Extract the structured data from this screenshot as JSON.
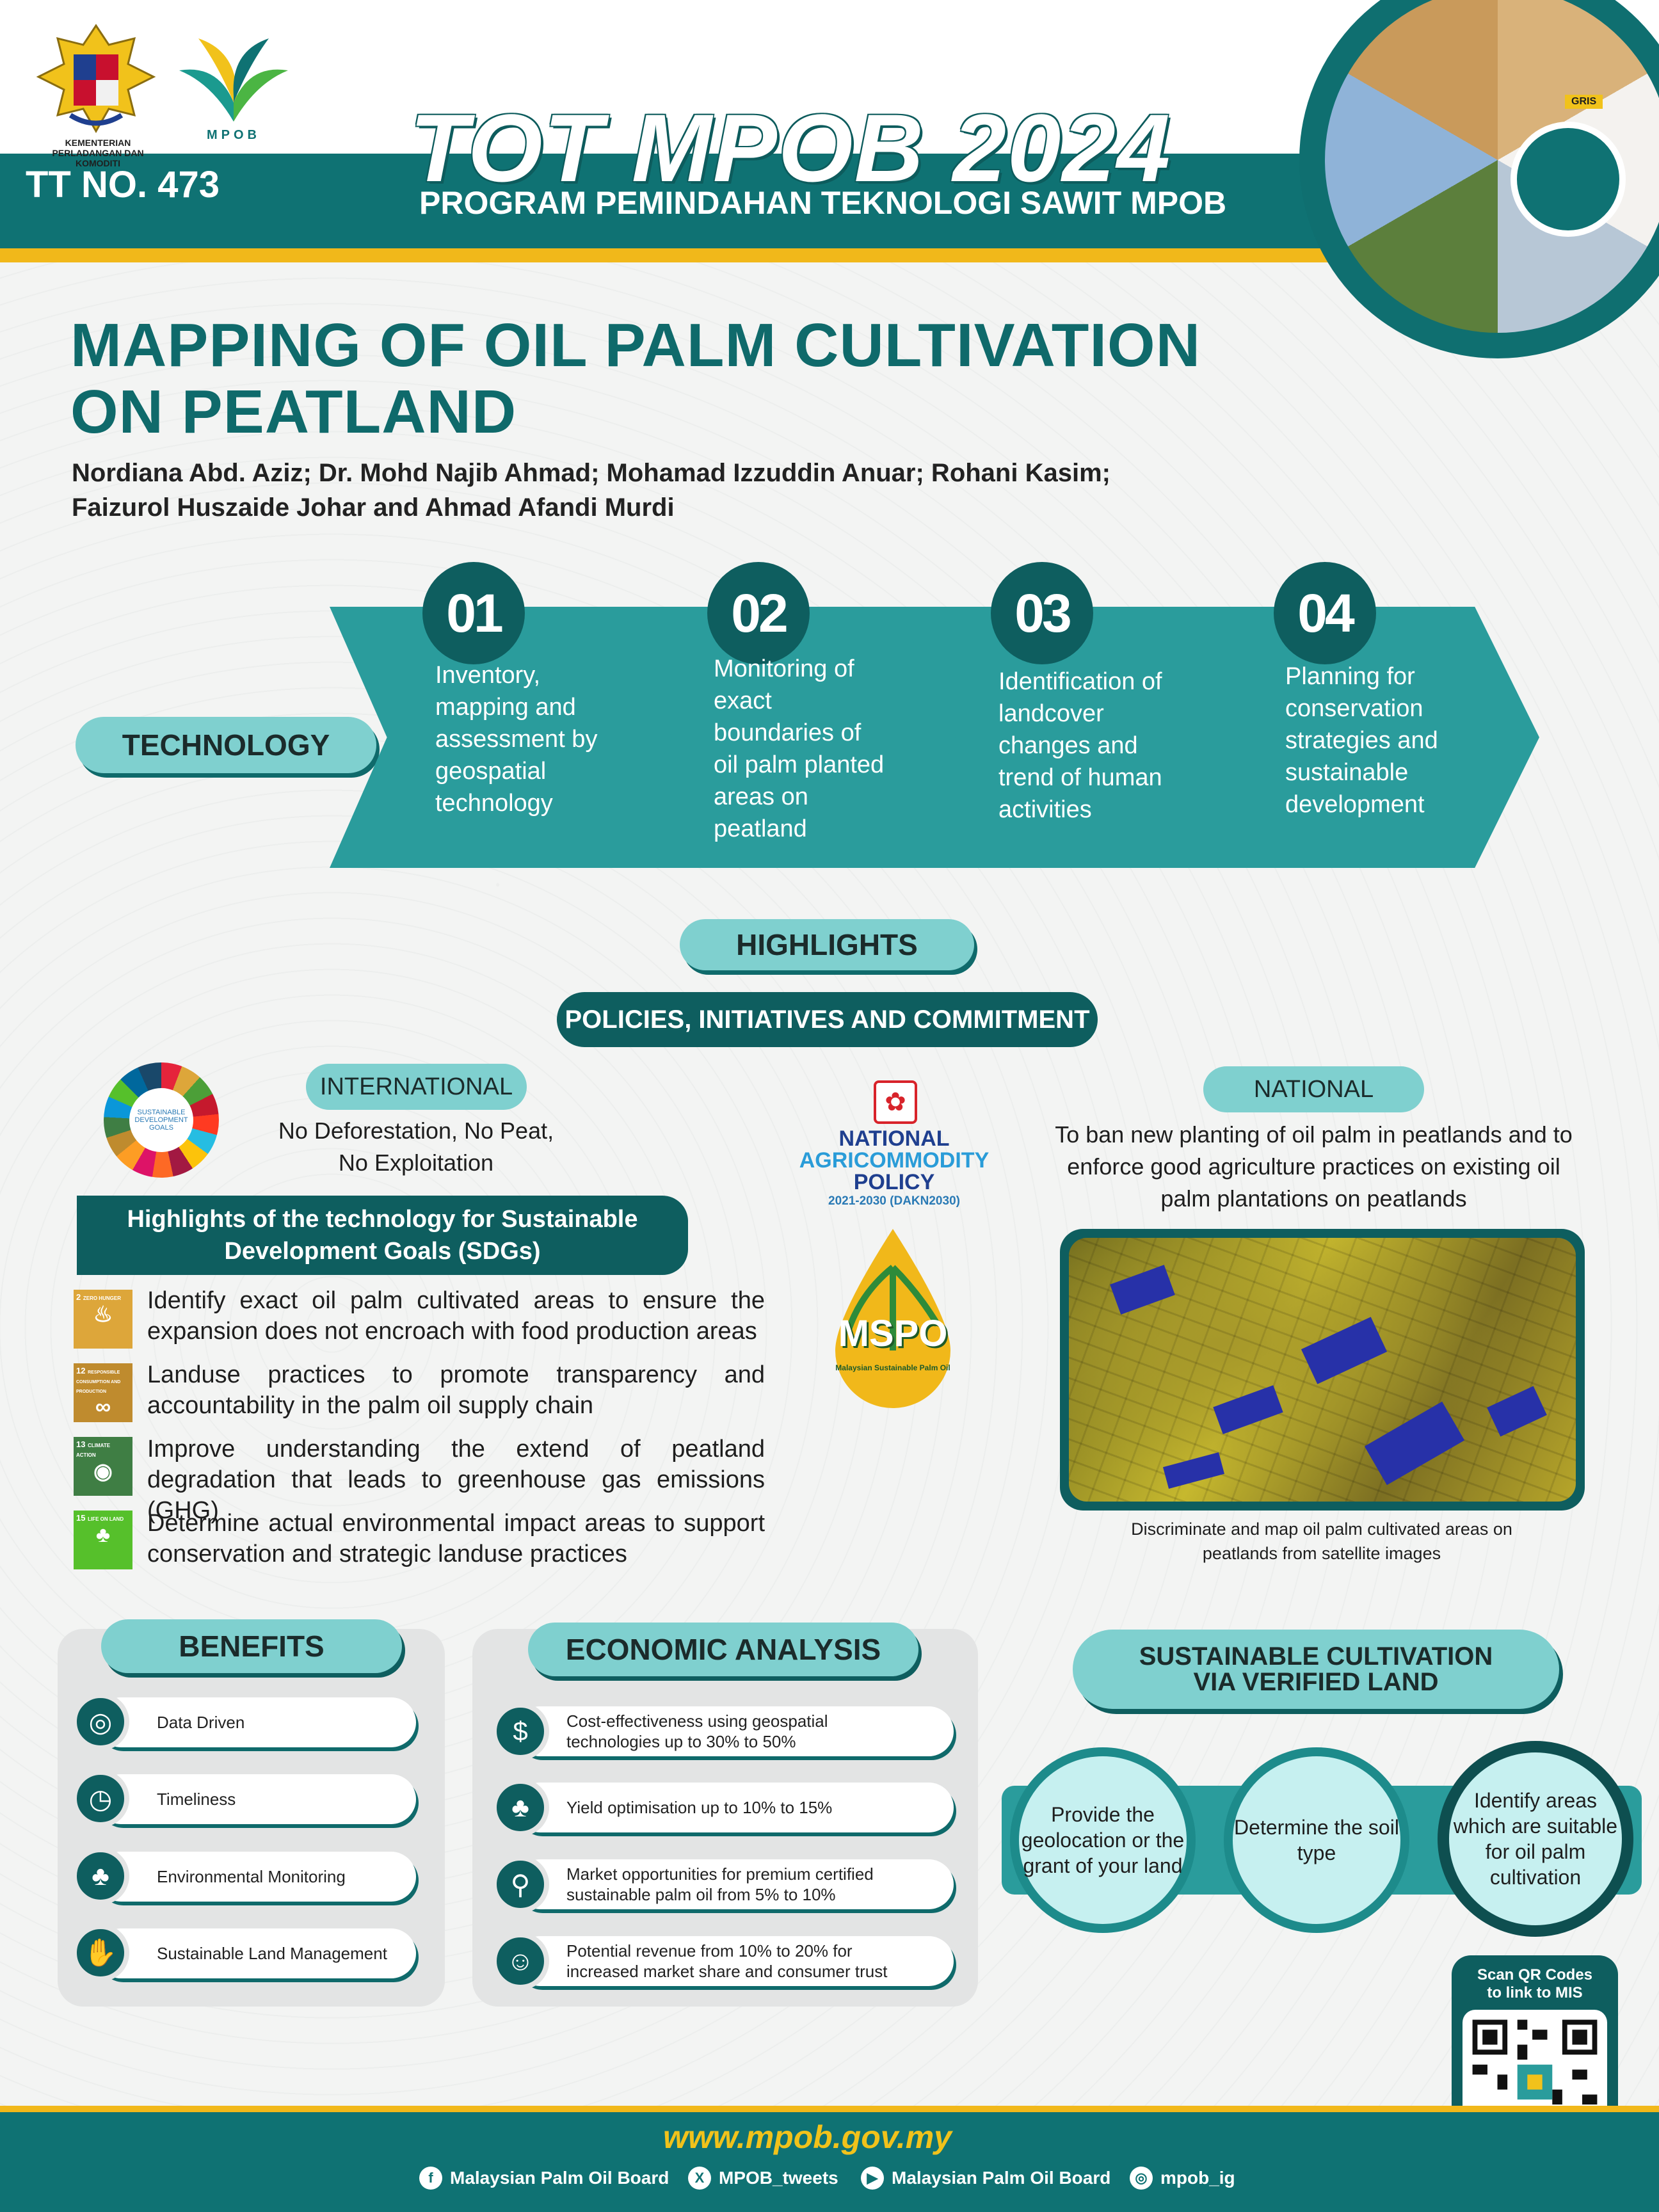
{
  "header": {
    "tt_no": "TT NO. 473",
    "event_title": "TOT MPOB 2024",
    "event_subtitle": "PROGRAM PEMINDAHAN TEKNOLOGI SAWIT MPOB",
    "ministry_logo_text": "KEMENTERIAN PERLADANGAN DAN KOMODITI",
    "mpob_logo_text": "MPOB",
    "photo_tag": "GRIS"
  },
  "title": {
    "line1": "MAPPING OF OIL PALM CULTIVATION",
    "line2": "ON PEATLAND"
  },
  "authors": {
    "line1": "Nordiana Abd. Aziz; Dr. Mohd Najib Ahmad; Mohamad Izzuddin Anuar; Rohani Kasim;",
    "line2": "Faizurol Huszaide Johar and Ahmad Afandi Murdi"
  },
  "technology": {
    "label": "TECHNOLOGY",
    "steps": [
      {
        "num": "01",
        "text": "Inventory, mapping and assessment by geospatial technology"
      },
      {
        "num": "02",
        "text": "Monitoring of exact boundaries of oil palm planted areas on peatland"
      },
      {
        "num": "03",
        "text": "Identification of landcover changes and trend of human activities"
      },
      {
        "num": "04",
        "text": "Planning for conservation strategies and sustainable development"
      }
    ]
  },
  "highlights": {
    "label": "HIGHLIGHTS",
    "policies_label": "POLICIES, INITIATIVES AND COMMITMENT",
    "international": {
      "label": "INTERNATIONAL",
      "line1": "No Deforestation, No Peat,",
      "line2": "No Exploitation",
      "sdg_logo_text": "SUSTAINABLE DEVELOPMENT GOALS"
    },
    "national": {
      "label": "NATIONAL",
      "line1": "To ban new planting of oil palm in peatlands and to",
      "line2": "enforce good agriculture practices on existing oil",
      "line3": "palm plantations on peatlands",
      "policy_logo": {
        "l1": "NATIONAL",
        "l2": "AGRICOMMODITY",
        "l3": "POLICY",
        "l4": "2021-2030 (DAKN2030)"
      },
      "mspo_logo": {
        "main": "MSPO",
        "sub": "Malaysian Sustainable Palm Oil"
      }
    },
    "sdg_box": {
      "line1": "Highlights of the technology for Sustainable",
      "line2": "Development Goals (SDGs)"
    },
    "sdg_items": [
      {
        "goal": "2",
        "goal_label": "ZERO HUNGER",
        "color": "#dda63a",
        "text": "Identify exact oil palm cultivated areas to ensure the expansion does not encroach with food production areas"
      },
      {
        "goal": "12",
        "goal_label": "RESPONSIBLE CONSUMPTION AND PRODUCTION",
        "color": "#bf8b2e",
        "text": "Landuse practices to promote transparency and accountability in the palm oil supply chain"
      },
      {
        "goal": "13",
        "goal_label": "CLIMATE ACTION",
        "color": "#3f7e44",
        "text": "Improve understanding the extend of peatland degradation that leads to greenhouse gas emissions (GHG)"
      },
      {
        "goal": "15",
        "goal_label": "LIFE ON LAND",
        "color": "#56c02b",
        "text": "Determine actual environmental impact areas to support conservation and strategic landuse practices"
      }
    ],
    "image_caption_line1": "Discriminate and map oil palm cultivated areas on",
    "image_caption_line2": "peatlands from satellite images"
  },
  "benefits": {
    "title": "BENEFITS",
    "items": [
      {
        "icon": "target-icon",
        "glyph": "◎",
        "label": "Data Driven"
      },
      {
        "icon": "stopwatch-icon",
        "glyph": "◷",
        "label": "Timeliness"
      },
      {
        "icon": "palm-tree-icon",
        "glyph": "♣",
        "label": "Environmental Monitoring"
      },
      {
        "icon": "hand-plant-icon",
        "glyph": "✋",
        "label": "Sustainable Land Management"
      }
    ]
  },
  "economic": {
    "title": "ECONOMIC ANALYSIS",
    "items": [
      {
        "icon": "dollar-icon",
        "glyph": "$",
        "line1": "Cost-effectiveness using geospatial",
        "line2": " technologies up to 30% to 50%"
      },
      {
        "icon": "palm-tree-icon",
        "glyph": "♣",
        "line1": "Yield optimisation up to 10% to 15%",
        "line2": ""
      },
      {
        "icon": "magnifier-chart-icon",
        "glyph": "⚲",
        "line1": "Market opportunities for premium certified",
        "line2": "sustainable palm oil from 5% to 10%"
      },
      {
        "icon": "revenue-people-icon",
        "glyph": "☺",
        "line1": "Potential revenue from 10% to 20% for",
        "line2": "increased market share and consumer trust"
      }
    ]
  },
  "sustainable": {
    "title_line1": "SUSTAINABLE CULTIVATION",
    "title_line2": "VIA VERIFIED LAND",
    "steps": [
      "Provide the geolocation or the grant of your land",
      "Determine the soil type",
      "Identify areas which are suitable for oil palm cultivation"
    ]
  },
  "qr": {
    "line1": "Scan QR Codes",
    "line2": "to link to MIS"
  },
  "footer": {
    "url": "www.mpob.gov.my",
    "socials": [
      {
        "icon": "facebook-icon",
        "glyph": "f",
        "label": "Malaysian Palm Oil Board"
      },
      {
        "icon": "x-icon",
        "glyph": "X",
        "label": "MPOB_tweets"
      },
      {
        "icon": "youtube-icon",
        "glyph": "▶",
        "label": "Malaysian Palm Oil Board"
      },
      {
        "icon": "instagram-icon",
        "glyph": "◎",
        "label": "mpob_ig"
      }
    ]
  }
}
